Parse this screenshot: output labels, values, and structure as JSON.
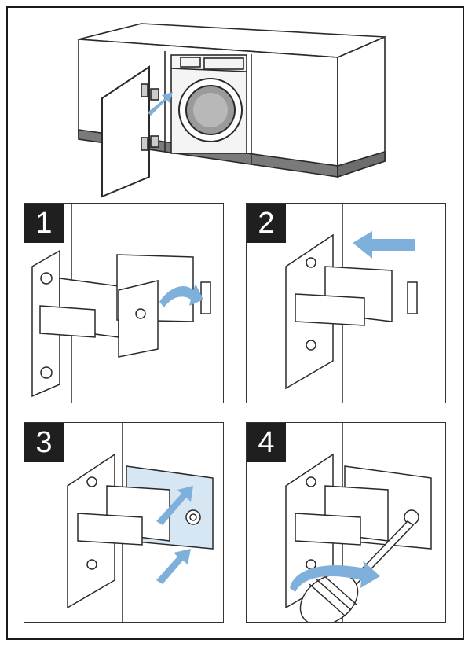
{
  "colors": {
    "arrow": "#7fb0dc",
    "line": "#2a2a2a",
    "plinth": "#7a7a7a",
    "plate_highlight": "#d6e6f2",
    "step_badge": "#1f1f1f"
  },
  "steps": [
    {
      "number": "1",
      "icon": "hinge-insert-arrow-icon"
    },
    {
      "number": "2",
      "icon": "hinge-slide-left-arrow-icon"
    },
    {
      "number": "3",
      "icon": "hinge-push-up-arrows-icon"
    },
    {
      "number": "4",
      "icon": "screwdriver-tighten-icon"
    }
  ],
  "overview_icon": "built-in-washing-machine-cabinet-icon"
}
